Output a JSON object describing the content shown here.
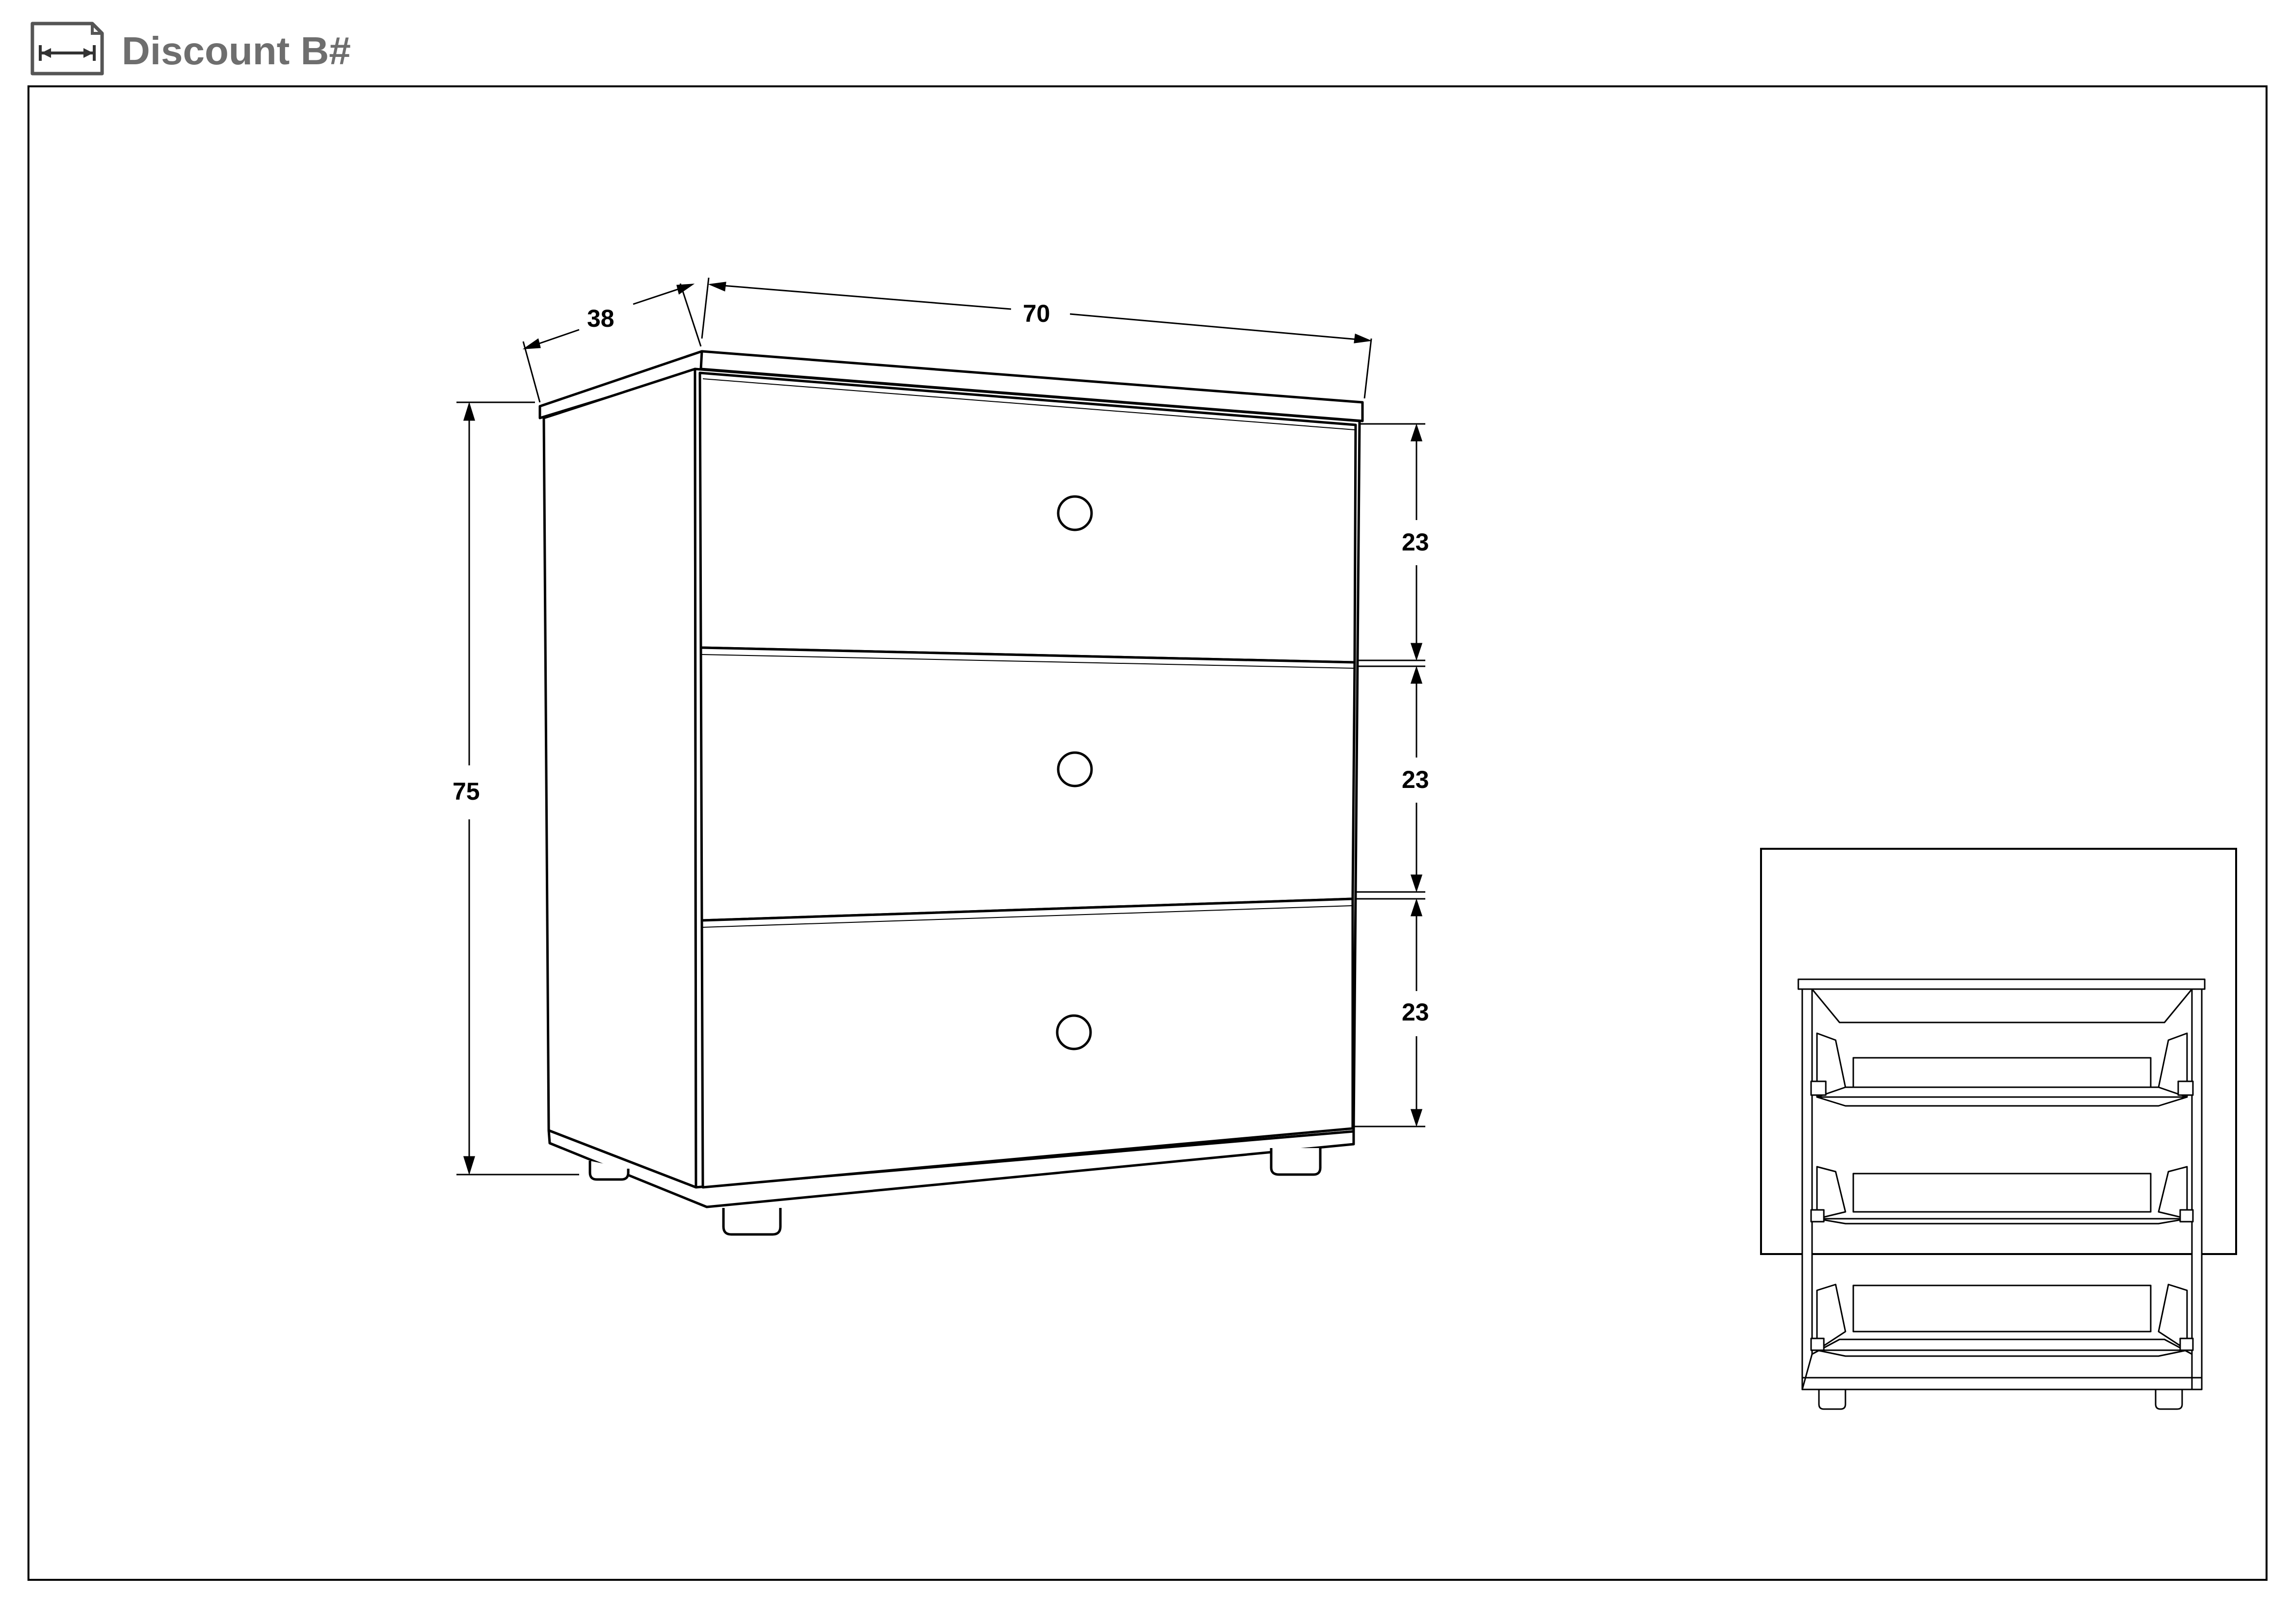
{
  "header": {
    "title": "Discount B#",
    "icon": "dimension-width-icon"
  },
  "dimensions": {
    "depth": "38",
    "width": "70",
    "height": "75",
    "drawer_height_top": "23",
    "drawer_height_middle": "23",
    "drawer_height_bottom": "23"
  },
  "colors": {
    "line": "#000000",
    "title": "#6e6e6e",
    "background": "#ffffff"
  }
}
